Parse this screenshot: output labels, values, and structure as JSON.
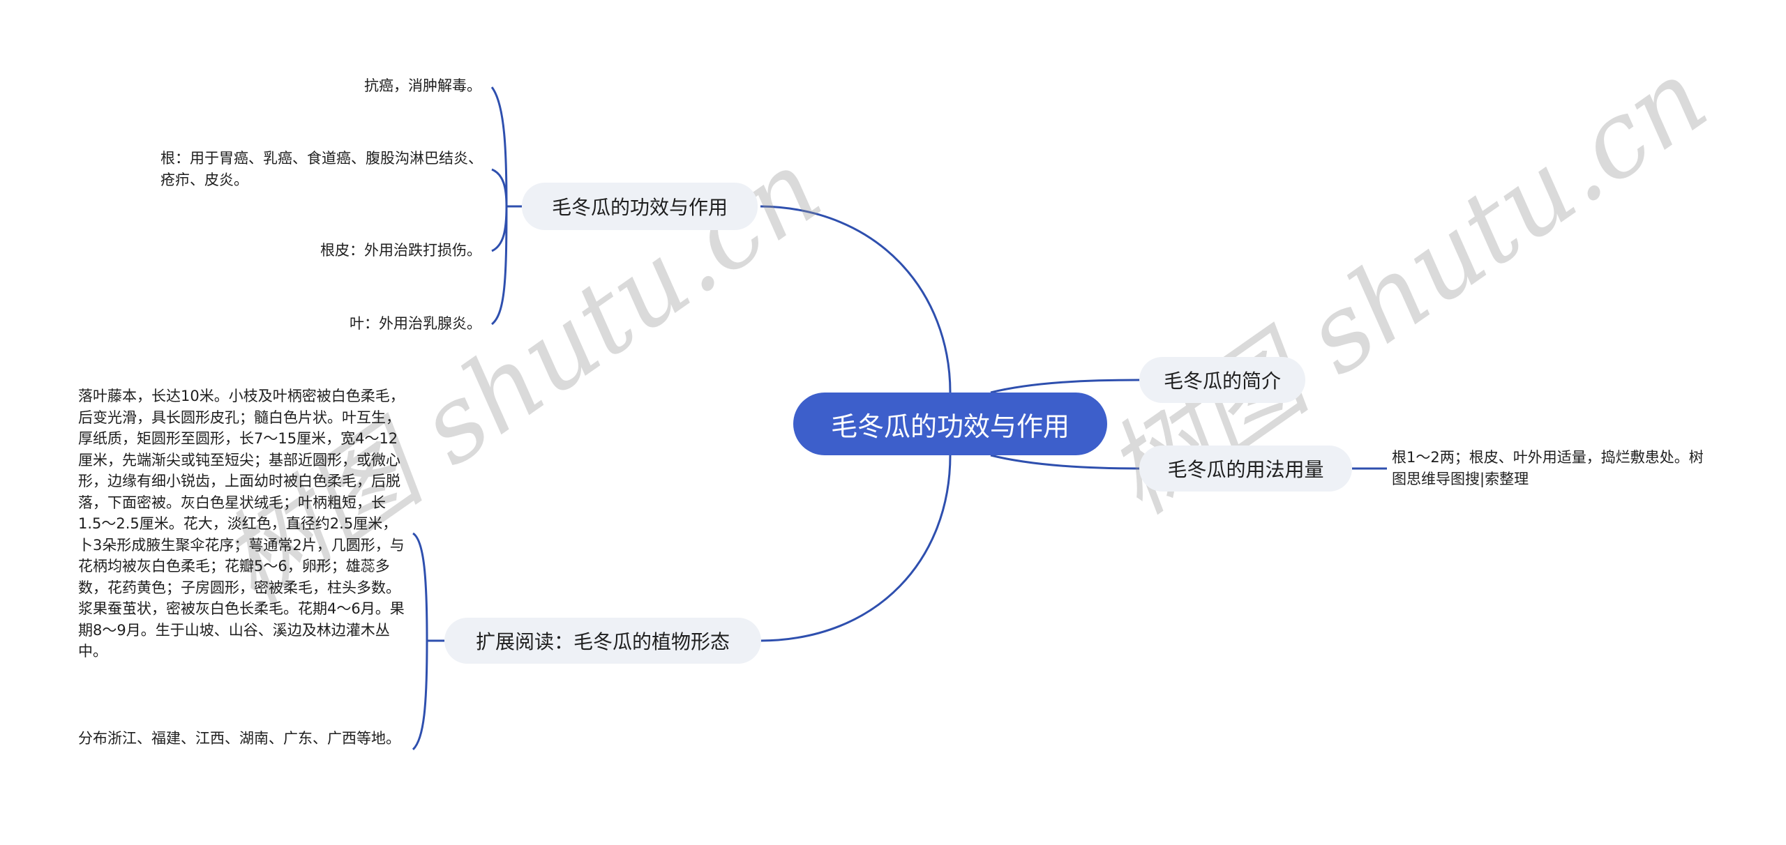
{
  "theme": {
    "root_bg": "#3d5fcb",
    "root_text": "#ffffff",
    "branch_bg": "#eef1f6",
    "line_color": "#2e4fae",
    "text_color": "#1e1e1e"
  },
  "root": {
    "label": "毛冬瓜的功效与作用"
  },
  "branches": [
    {
      "label": "毛冬瓜的功效与作用",
      "side": "left",
      "children": [
        "抗癌，消肿解毒。",
        "根：用于胃癌、乳癌、食道癌、腹股沟淋巴结炎、疮疖、皮炎。",
        "根皮：外用治跌打损伤。",
        "叶：外用治乳腺炎。"
      ]
    },
    {
      "label": "毛冬瓜的简介",
      "side": "right",
      "children": []
    },
    {
      "label": "毛冬瓜的用法用量",
      "side": "right",
      "children": [
        "根1～2两；根皮、叶外用适量，捣烂敷患处。树图思维导图搜|索整理"
      ]
    },
    {
      "label": "扩展阅读：毛冬瓜的植物形态",
      "side": "left",
      "children": [
        "落叶藤本，长达10米。小枝及叶柄密被白色柔毛，后变光滑，具长圆形皮孔；髓白色片状。叶互生，厚纸质，矩圆形至圆形，长7～15厘米，宽4～12厘米，先端渐尖或钝至短尖；基部近圆形，或微心形，边缘有细小锐齿，上面幼时被白色柔毛，后脱落，下面密被。灰白色星状绒毛；叶柄粗短，长1.5～2.5厘米。花大，淡红色，直径约2.5厘米，卜3朵形成腋生聚伞花序；萼通常2片，几圆形，与花柄均被灰白色柔毛；花瓣5～6，卵形；雄蕊多数，花药黄色；子房圆形，密被柔毛，柱头多数。浆果蚕茧状，密被灰白色长柔毛。花期4～6月。果期8～9月。生于山坡、山谷、溪边及林边灌木丛中。",
        "分布浙江、福建、江西、湖南、广东、广西等地。"
      ]
    }
  ],
  "watermarks": [
    "树图 shutu.cn",
    "树图 shutu.cn"
  ]
}
